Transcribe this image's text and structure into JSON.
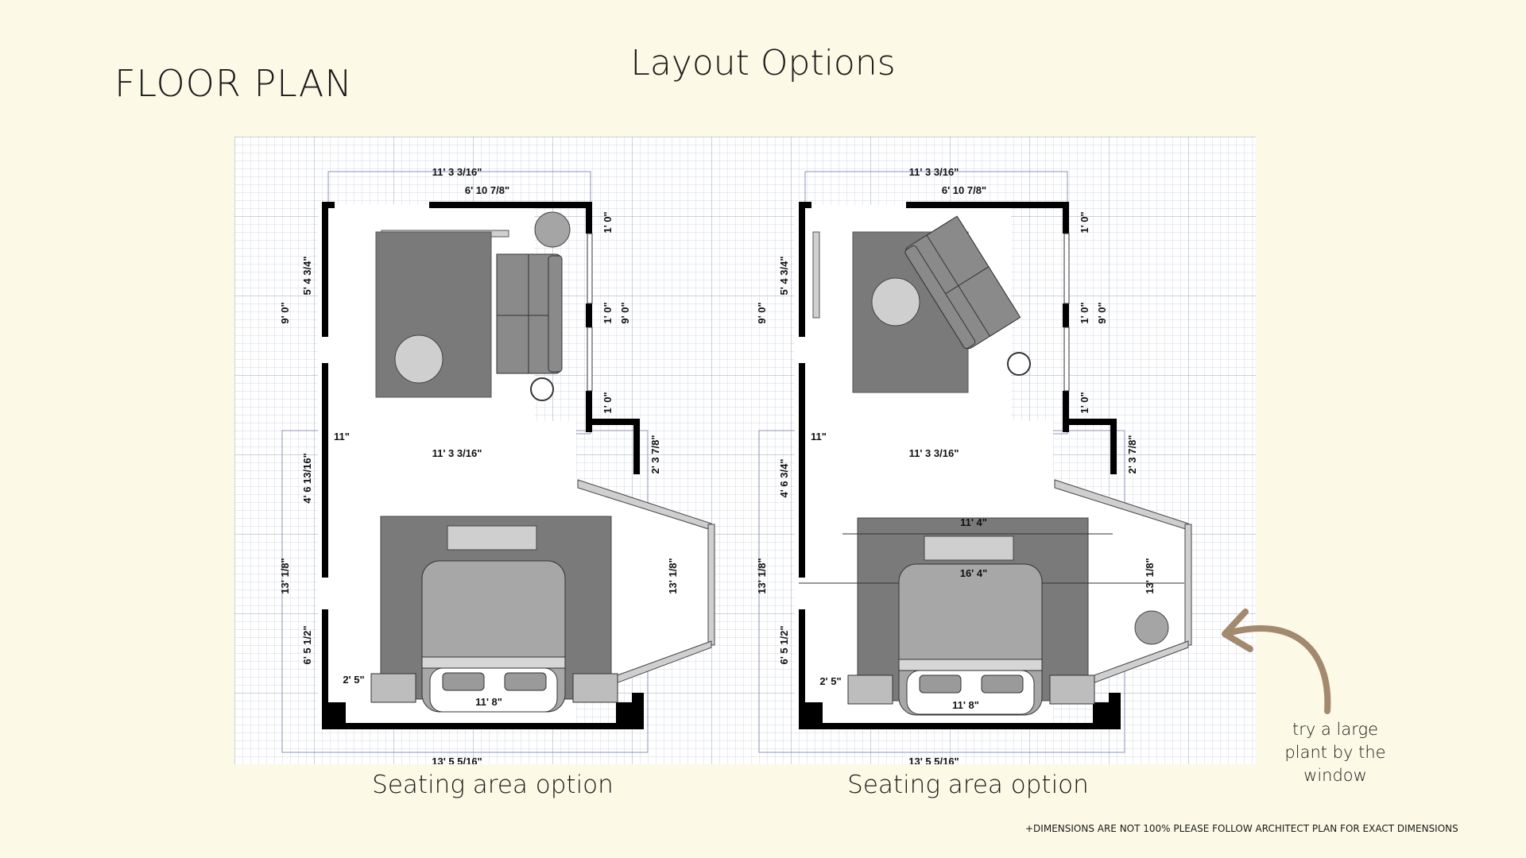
{
  "header": {
    "title": "FLOOR PLAN",
    "subtitle": "Layout Options"
  },
  "plans": [
    {
      "caption": "Seating area option",
      "dims": {
        "top_total": "11' 3 3/16\"",
        "top_inner": "6' 10 7/8\"",
        "left_upper": "5' 4 3/4\"",
        "left_total_upper": "9' 0\"",
        "right_a": "1' 0\"",
        "right_b": "1' 0\"",
        "right_c": "1' 0\"",
        "right_total": "9' 0\"",
        "mid_width": "11' 3 3/16\"",
        "mid_small": "11\"",
        "left_lower_a": "4' 6 13/16\"",
        "left_lower_total": "13' 1/8\"",
        "left_lower_b": "6' 5 1/2\"",
        "bay_small": "2' 3 7/8\"",
        "bay_total": "13' 1/8\"",
        "nightstand": "2' 5\"",
        "bed": "11' 8\"",
        "bottom_total": "13' 5 5/16\""
      }
    },
    {
      "caption": "Seating area option",
      "dims": {
        "top_total": "11' 3 3/16\"",
        "top_inner": "6' 10 7/8\"",
        "left_upper": "5' 4 3/4\"",
        "left_total_upper": "9' 0\"",
        "right_a": "1' 0\"",
        "right_b": "1' 0\"",
        "right_c": "1' 0\"",
        "right_total": "9' 0\"",
        "mid_width": "11' 3 3/16\"",
        "mid_small": "11\"",
        "left_lower_a": "4' 6 3/4\"",
        "left_lower_total": "13' 1/8\"",
        "left_lower_b": "6' 5 1/2\"",
        "bay_small": "2' 3 7/8\"",
        "bay_total": "13' 1/8\"",
        "nightstand": "2' 5\"",
        "bed": "11' 8\"",
        "rug_w": "11' 4\"",
        "rug_inner": "16' 4\"",
        "bottom_total": "13' 5 5/16\""
      }
    }
  ],
  "note": [
    "try a large",
    "plant by the",
    "window"
  ],
  "disclaimer": "+DIMENSIONS ARE NOT 100% PLEASE FOLLOW ARCHITECT PLAN FOR EXACT DIMENSIONS",
  "colors": {
    "background": "#fcf9e6",
    "grid": "#b9c1d6",
    "wall": "#000000",
    "rug": "#7a7a7a",
    "arrow": "#a3896e"
  }
}
